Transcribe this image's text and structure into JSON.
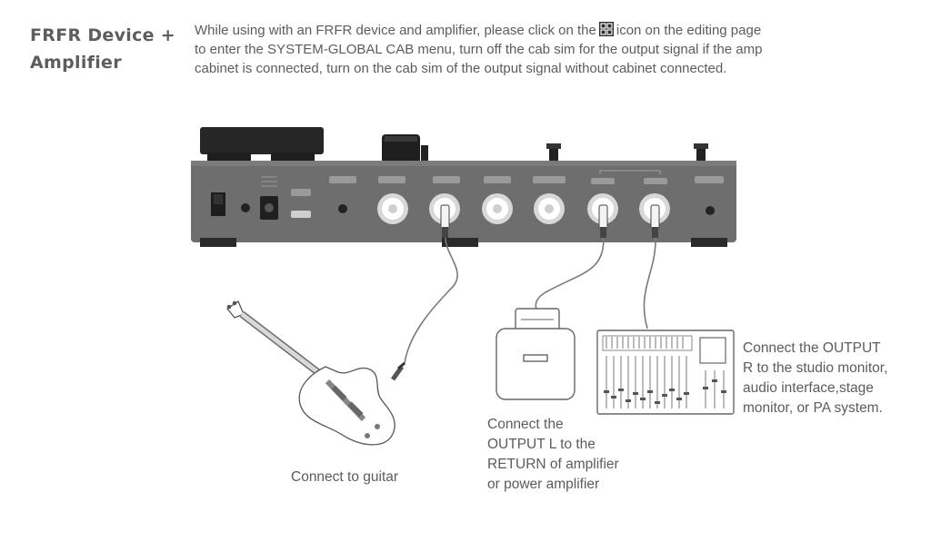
{
  "section": {
    "title_line1": "FRFR Device +",
    "title_line2": "Amplifier"
  },
  "intro": {
    "before_icon": "While using with an FRFR device and amplifier, please click on the",
    "icon": "grid-icon",
    "after_icon_line1": "icon on the editing page",
    "line2": "to enter the SYSTEM-GLOBAL CAB menu, turn off the cab sim for the output signal if the amp",
    "line3": "cabinet is connected, turn on the cab sim of the output signal without cabinet connected."
  },
  "captions": {
    "guitar": "Connect to guitar",
    "amp_line1": "Connect the",
    "amp_line2": "OUTPUT L to the",
    "amp_line3": "RETURN of amplifier",
    "amp_line4": "or power amplifier",
    "mixer_line1": "Connect the OUTPUT",
    "mixer_line2": "R to the studio monitor,",
    "mixer_line3": "audio interface,stage",
    "mixer_line4": "monitor, or PA system."
  },
  "colors": {
    "text": "#5c5c5c",
    "device_body": "#6d6d6d",
    "device_dark": "#2a2a2a",
    "line_art": "#666666"
  }
}
